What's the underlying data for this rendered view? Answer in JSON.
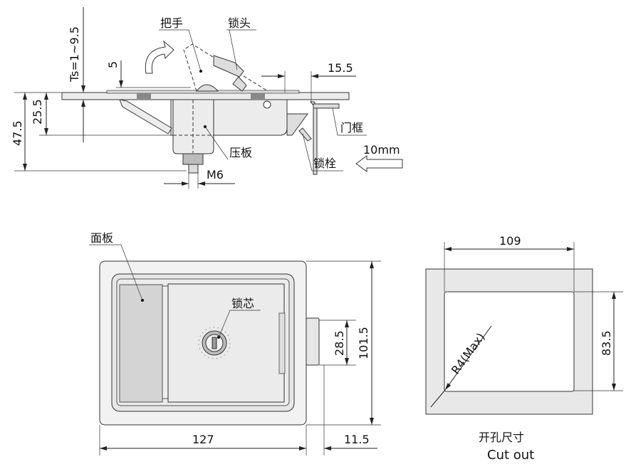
{
  "side_view": {
    "labels": {
      "handle": "把手",
      "lock_head": "锁头",
      "door_frame": "门框",
      "pressure_plate": "压板",
      "latch_bolt": "锁栓",
      "travel": "10mm"
    },
    "dimensions": {
      "thickness": "Ts=1~9.5",
      "d5": "5",
      "d15_5": "15.5",
      "d25_5": "25.5",
      "d47_5": "47.5",
      "thread": "M6"
    }
  },
  "front_view": {
    "labels": {
      "panel": "面板",
      "lock_core": "锁芯"
    },
    "dimensions": {
      "width": "127",
      "height": "101.5",
      "latch_height": "28.5",
      "latch_offset": "11.5"
    }
  },
  "cutout": {
    "title_cn": "开孔尺寸",
    "title_en": "Cut out",
    "dimensions": {
      "width": "109",
      "height": "83.5",
      "radius": "R4(Max)"
    }
  }
}
